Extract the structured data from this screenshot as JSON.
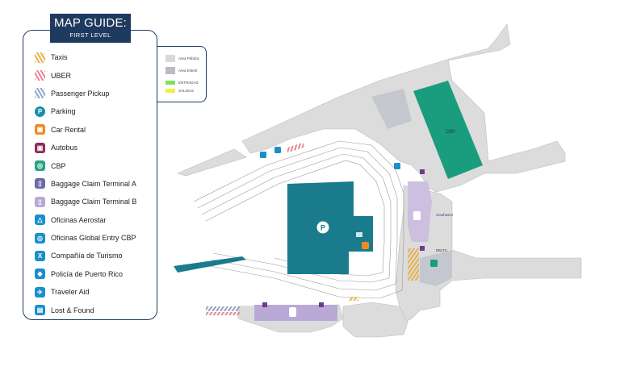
{
  "legend": {
    "title": "MAP GUIDE:",
    "subtitle": "FIRST LEVEL",
    "items": [
      {
        "label": "Taxis",
        "icon": "taxi-stripes-icon",
        "color": "#e8b04a",
        "glyph": ""
      },
      {
        "label": "UBER",
        "icon": "uber-stripes-icon",
        "color": "#e8839a",
        "glyph": ""
      },
      {
        "label": "Passenger Pickup",
        "icon": "pickup-stripes-icon",
        "color": "#8fa6c4",
        "glyph": ""
      },
      {
        "label": "Parking",
        "icon": "parking-icon",
        "color": "#1b8ea8",
        "glyph": "P"
      },
      {
        "label": "Car Rental",
        "icon": "car-rental-icon",
        "color": "#f08a24",
        "glyph": "▣"
      },
      {
        "label": "Autobus",
        "icon": "bus-icon",
        "color": "#8e2c5a",
        "glyph": "▣"
      },
      {
        "label": "CBP",
        "icon": "cbp-icon",
        "color": "#2aa383",
        "glyph": "◎"
      },
      {
        "label": "Baggage Claim Terminal A",
        "icon": "baggage-a-icon",
        "color": "#6d6aa8",
        "glyph": "▯"
      },
      {
        "label": "Baggage Claim Terminal B",
        "icon": "baggage-b-icon",
        "color": "#b9a8d0",
        "glyph": "▯"
      },
      {
        "label": "Oficinas Aerostar",
        "icon": "aerostar-icon",
        "color": "#1a8fc9",
        "glyph": "△"
      },
      {
        "label": "Oficinas Global Entry CBP",
        "icon": "global-entry-icon",
        "color": "#1a8fc9",
        "glyph": "◎"
      },
      {
        "label": "Compañía de Turismo",
        "icon": "tourism-icon",
        "color": "#1a8fc9",
        "glyph": "X"
      },
      {
        "label": "Policía de Puerto Rico",
        "icon": "police-icon",
        "color": "#1a8fc9",
        "glyph": "◆"
      },
      {
        "label": "Traveler Aid",
        "icon": "traveler-aid-icon",
        "color": "#1a8fc9",
        "glyph": "✈"
      },
      {
        "label": "Lost & Found",
        "icon": "lost-found-icon",
        "color": "#1a8fc9",
        "glyph": "▤"
      }
    ]
  },
  "area_key": {
    "items": [
      {
        "label": "Area Pública",
        "color": "#d9d9d9"
      },
      {
        "label": "Area Esteril",
        "color": "#b7bcc4"
      },
      {
        "label": "ENTRADAS",
        "color": "#7ee05a"
      },
      {
        "label": "SALIDAS",
        "color": "#f2ee4a"
      }
    ]
  },
  "map": {
    "parking_label": "P",
    "cbp_label": "CBP",
    "airline_labels": [
      "Southwest",
      "DELTA"
    ]
  }
}
